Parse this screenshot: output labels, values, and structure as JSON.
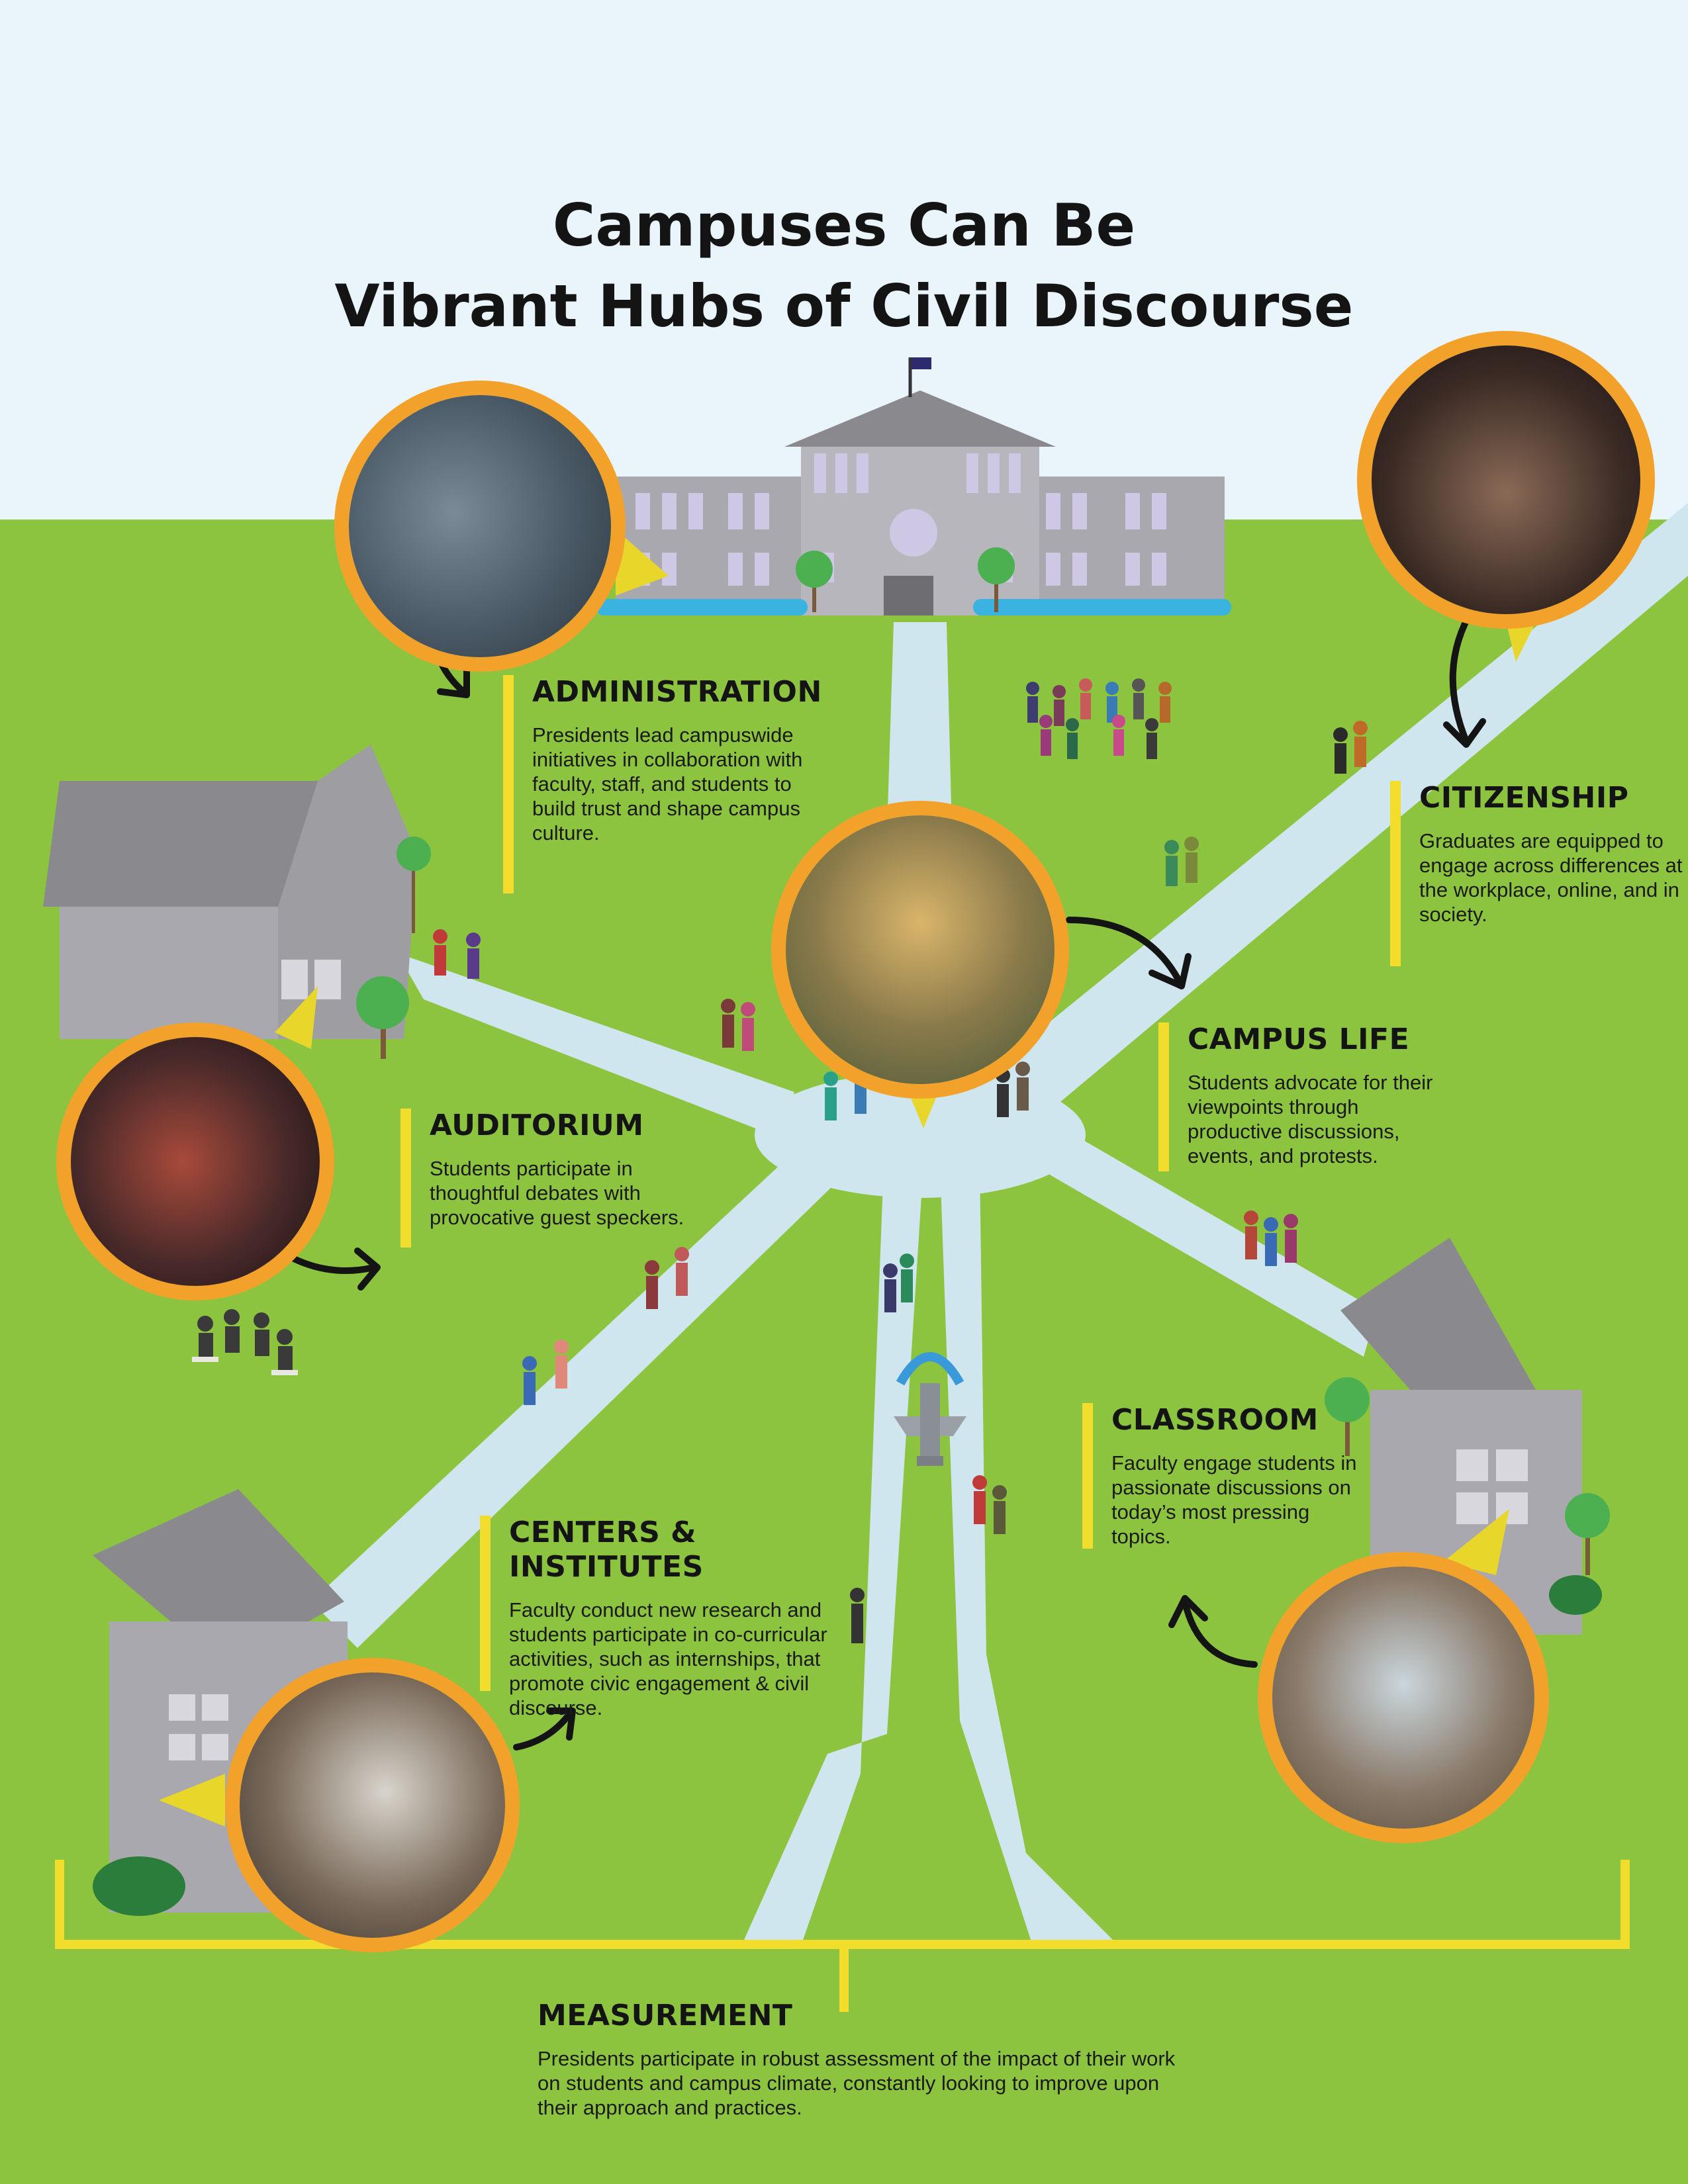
{
  "title": {
    "line1": "Campuses Can Be",
    "line2": "Vibrant Hubs of Civil Discourse"
  },
  "colors": {
    "sky": "#eaf4fb",
    "grass": "#8dc43f",
    "path": "#cfe6ef",
    "building": "#a8a8ae",
    "roof": "#8a8a8e",
    "accent_bar": "#f2dd2c",
    "photo_ring": "#f2a22a",
    "text": "#141414"
  },
  "sections": {
    "administration": {
      "heading": "ADMINISTRATION",
      "body": "Presidents lead campuswide initiatives in collaboration with faculty, staff, and students to build trust and shape campus culture."
    },
    "citizenship": {
      "heading": "CITIZENSHIP",
      "body": "Graduates are equipped to engage across differences at the workplace, online, and in society."
    },
    "campus_life": {
      "heading": "CAMPUS LIFE",
      "body": "Students advocate for their viewpoints through productive discussions, events, and protests."
    },
    "auditorium": {
      "heading": "AUDITORIUM",
      "body": "Students participate in thoughtful debates with provocative guest speckers."
    },
    "classroom": {
      "heading": "CLASSROOM",
      "body": "Faculty engage students in passionate discussions on today’s most pressing topics."
    },
    "centers": {
      "heading": "CENTERS & INSTITUTES",
      "body": "Faculty conduct new research and students participate in co-curricular activities, such as internships, that promote civic engagement & civil discourse."
    },
    "measurement": {
      "heading": "MEASUREMENT",
      "body": "Presidents participate in robust assessment of the impact of their work on students and campus climate, constantly looking to improve upon their approach and practices."
    }
  }
}
